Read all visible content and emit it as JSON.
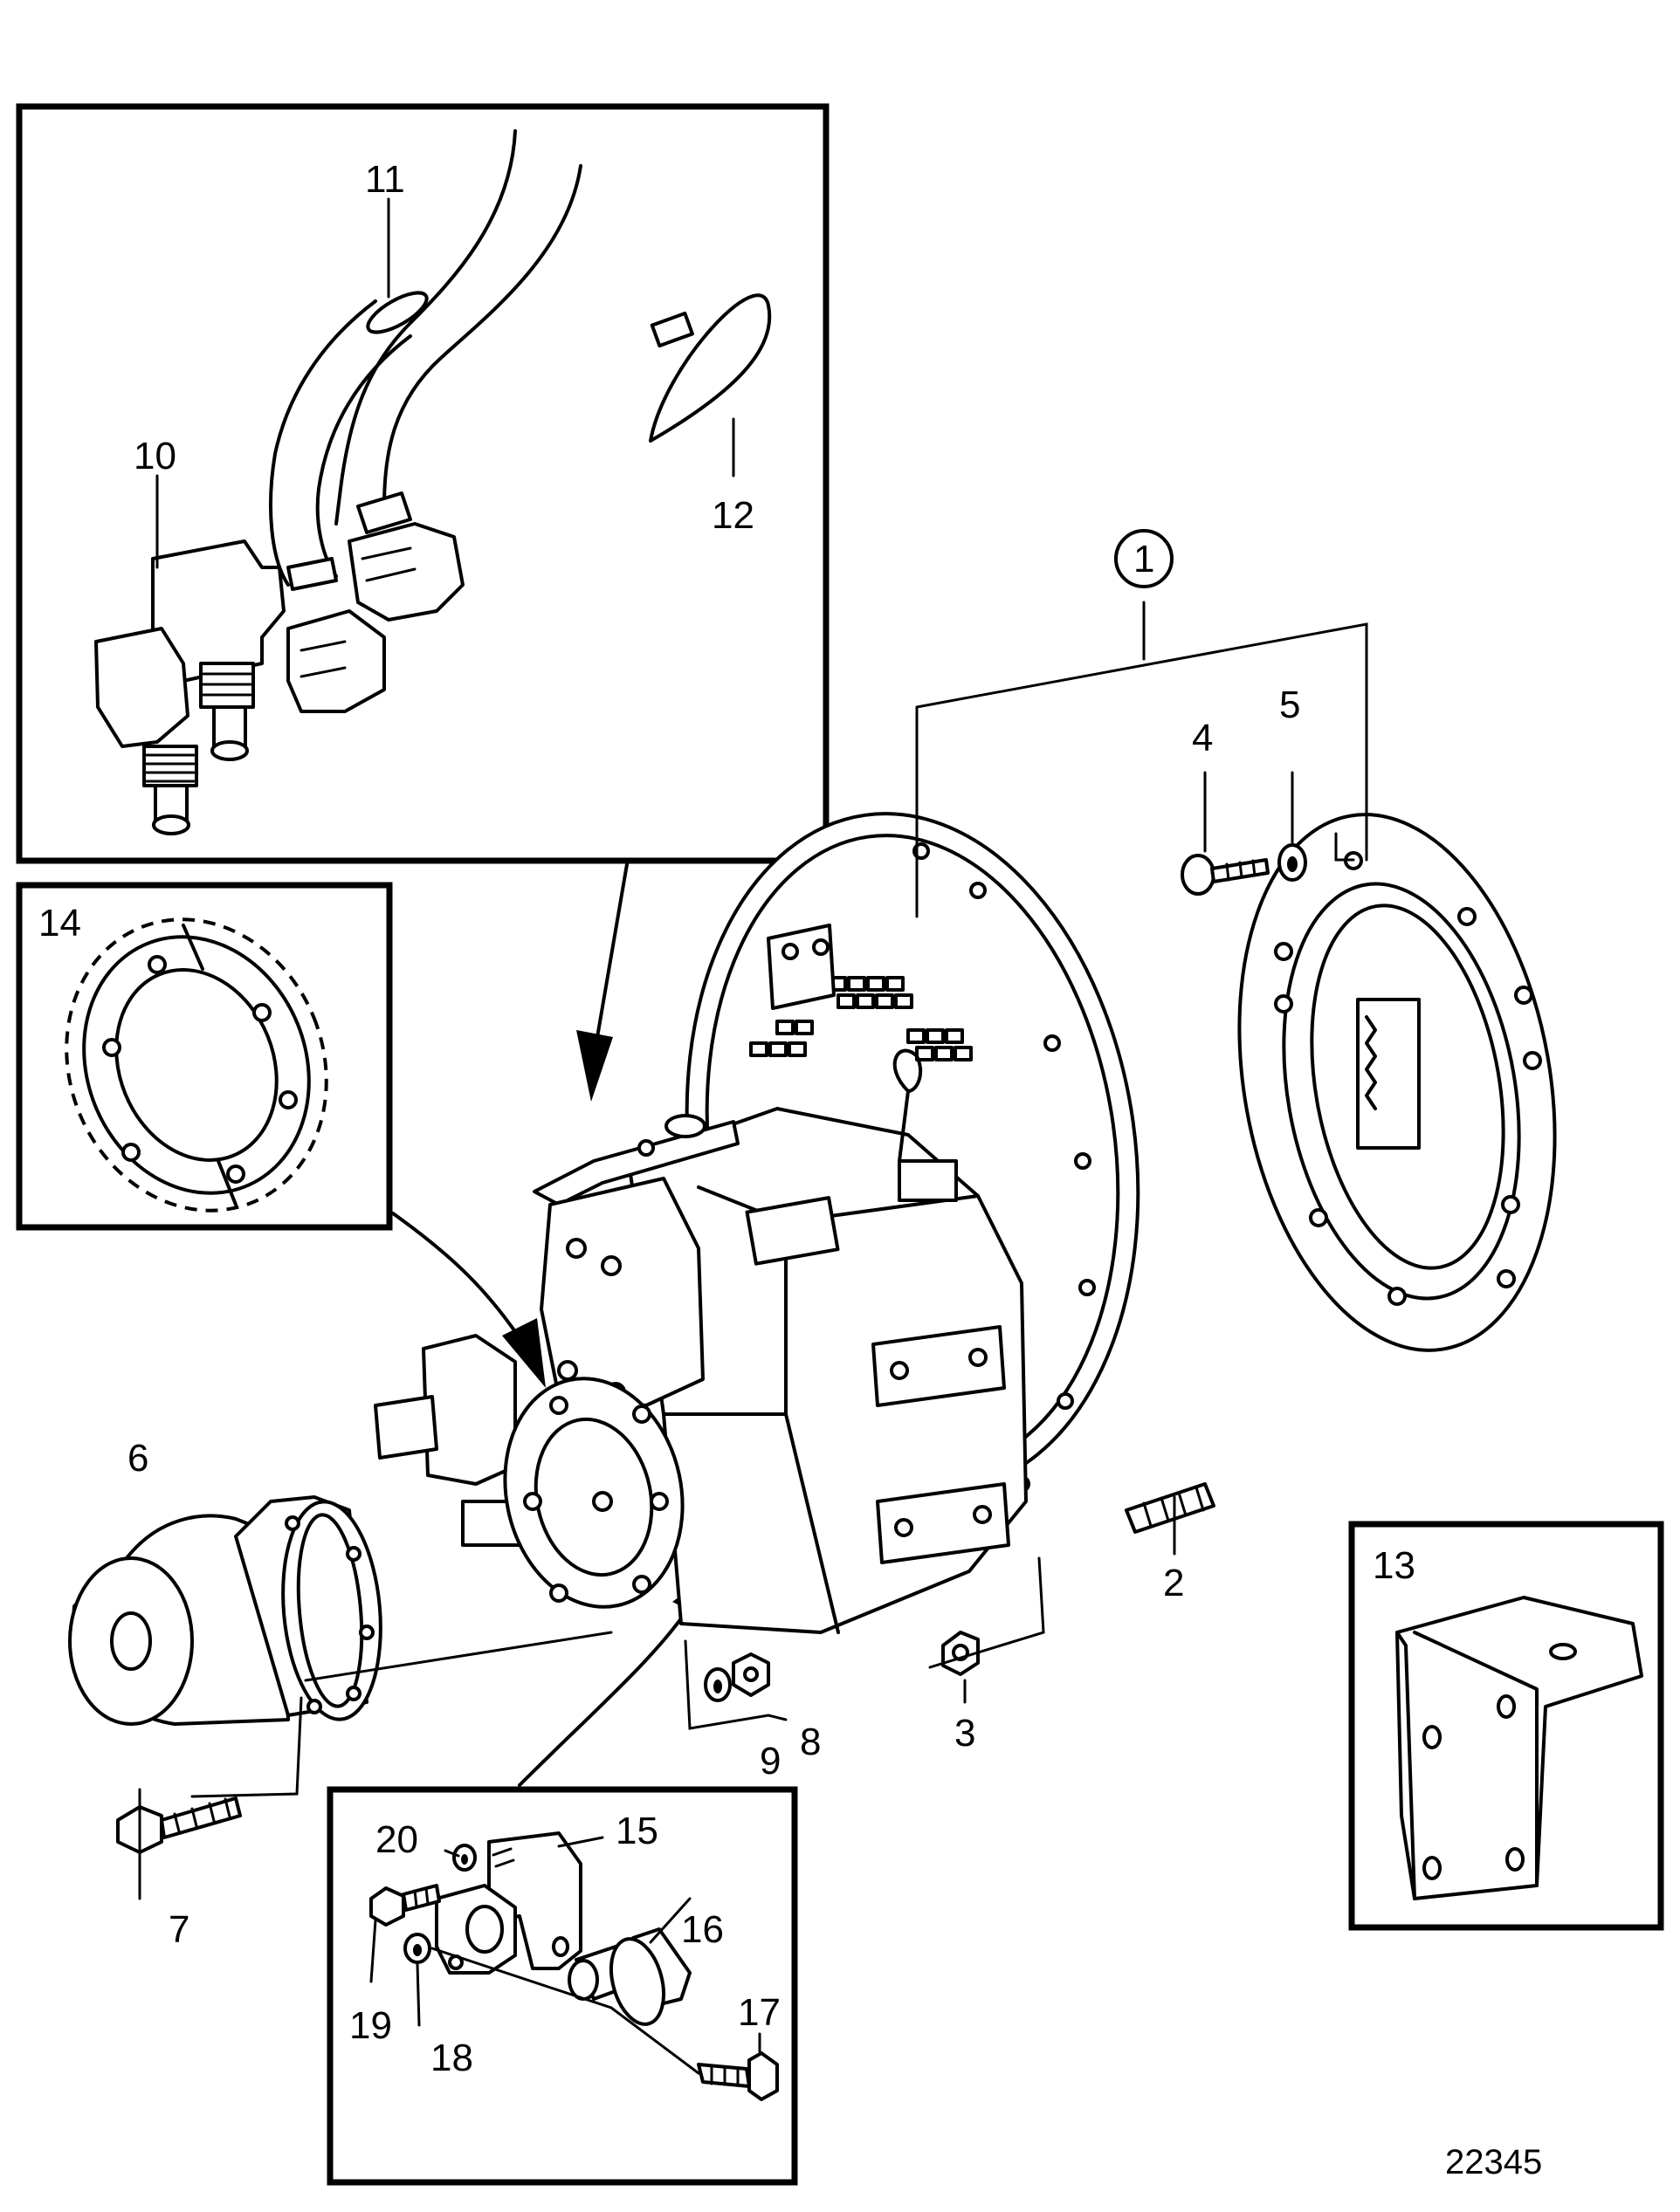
{
  "callouts": {
    "c1": "1",
    "c2": "2",
    "c3": "3",
    "c4": "4",
    "c5": "5",
    "c6": "6",
    "c7": "7",
    "c8": "8",
    "c9": "9",
    "c10": "10",
    "c11": "11",
    "c12": "12",
    "c13": "13",
    "c14": "14",
    "c15": "15",
    "c16": "16",
    "c17": "17",
    "c18": "18",
    "c19": "19",
    "c20": "20"
  },
  "reference_number": "22345"
}
